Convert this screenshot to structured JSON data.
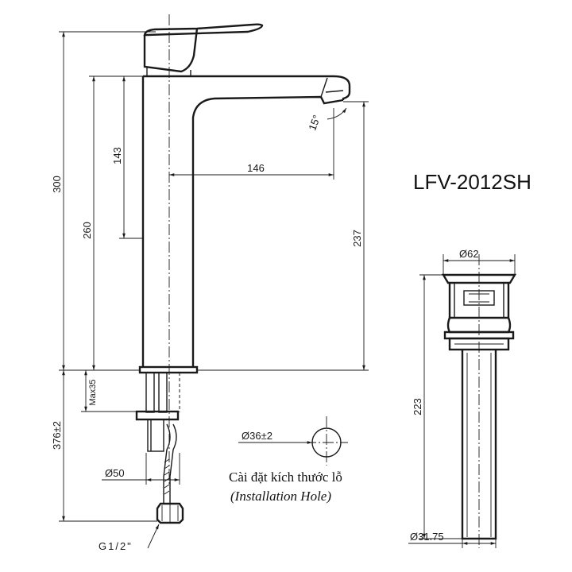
{
  "model": "LFV-2012SH",
  "dimensions": {
    "total_height": "300",
    "body_height": "260",
    "upper_height": "143",
    "reach": "146",
    "spout_height": "237",
    "angle": "15°",
    "max_thickness": "Max35",
    "shank_length": "376±2",
    "base_diameter": "Ø50",
    "thread": "G1/2\"",
    "hole_diameter": "Ø36±2",
    "drain_top_diameter": "Ø62",
    "drain_length": "223",
    "drain_bottom_diameter": "Ø31.75"
  },
  "install_note": {
    "vi": "Cài đặt kích thước lỗ",
    "en": "(Installation Hole)"
  }
}
